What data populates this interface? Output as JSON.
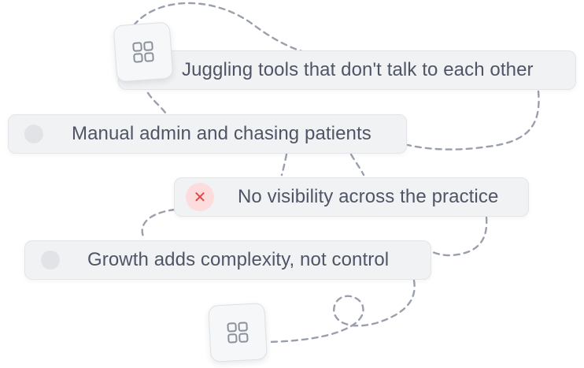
{
  "pain_points": [
    {
      "label": "Juggling tools that don't talk to each other",
      "marker": "grid-icon"
    },
    {
      "label": "Manual admin and chasing patients",
      "marker": "neutral-dot"
    },
    {
      "label": "No visibility across the practice",
      "marker": "close-icon",
      "marker_glyph": "✕"
    },
    {
      "label": "Growth adds complexity, not control",
      "marker": "neutral-dot"
    }
  ],
  "app_tiles": [
    {
      "icon": "grid-icon"
    },
    {
      "icon": "grid-icon"
    }
  ],
  "colors": {
    "card_background": "#f1f2f4",
    "card_border": "#e3e5e9",
    "text": "#4f5566",
    "dashed_path": "#9aa0ab",
    "dot": "#e1e3e7",
    "alert_background": "#fcdcdc",
    "alert_icon": "#e0484a"
  }
}
